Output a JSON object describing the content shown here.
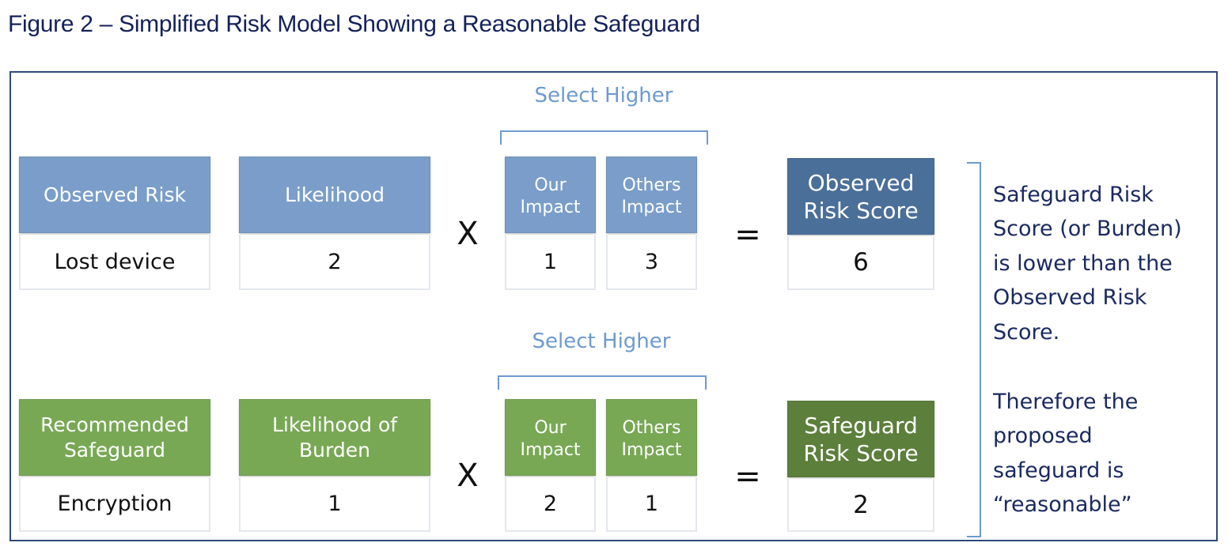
{
  "title": "Figure 2 – Simplified Risk Model Showing a Reasonable Safeguard",
  "colors": {
    "title_text": "#14225a",
    "frame_border": "#2f4a7a",
    "observed_header": "#7a9ec9",
    "observed_score_header": "#4a6f99",
    "safeguard_header": "#78a854",
    "safeguard_score_header": "#5c7f3b",
    "bracket_and_label": "#6d9ad0",
    "note_text": "#1a2a60"
  },
  "operators": {
    "multiply": "X",
    "equals": "="
  },
  "observed_row": {
    "select_label": "Select Higher",
    "risk": {
      "header": "Observed Risk",
      "value": "Lost device"
    },
    "likelihood": {
      "header": "Likelihood",
      "value": "2"
    },
    "our_impact": {
      "header": "Our Impact",
      "value": "1"
    },
    "others_impact": {
      "header": "Others Impact",
      "value": "3"
    },
    "score": {
      "header": "Observed Risk Score",
      "value": "6"
    }
  },
  "safeguard_row": {
    "select_label": "Select Higher",
    "safeguard": {
      "header": "Recommended Safeguard",
      "value": "Encryption"
    },
    "likelihood": {
      "header": "Likelihood of Burden",
      "value": "1"
    },
    "our_impact": {
      "header": "Our Impact",
      "value": "2"
    },
    "others_impact": {
      "header": "Others Impact",
      "value": "1"
    },
    "score": {
      "header": "Safeguard Risk Score",
      "value": "2"
    }
  },
  "conclusion": {
    "lines": [
      "Safeguard Risk",
      "Score (or Burden)",
      "is lower than the",
      "Observed Risk",
      "Score.",
      "",
      "Therefore the",
      "proposed",
      "safeguard is",
      "“reasonable”"
    ]
  }
}
